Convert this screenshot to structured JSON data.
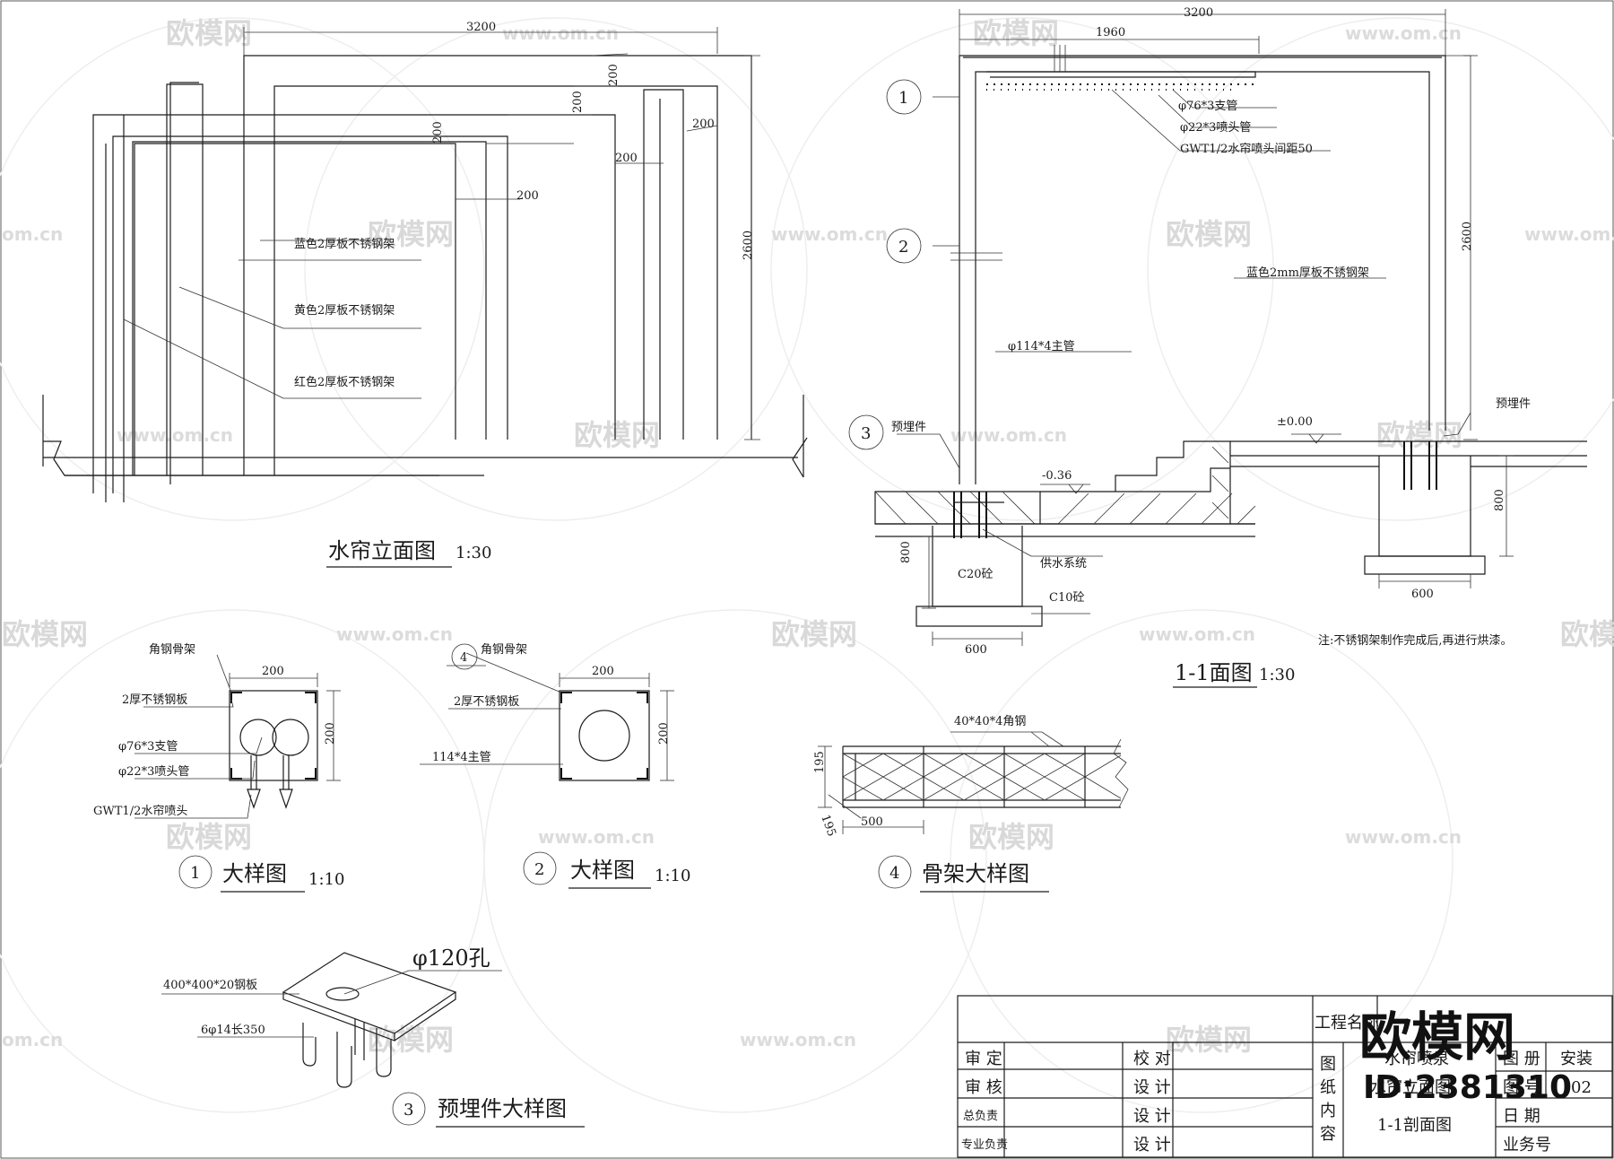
{
  "watermark": {
    "brand": "欧模网",
    "url": "www.om.cn",
    "urlShort": "om.cn"
  },
  "brand": {
    "name": "欧模网",
    "id": "ID:2381310"
  },
  "elevation": {
    "title": "水帘立面图",
    "scale": "1:30",
    "dims": {
      "width": "3200",
      "height": "2600",
      "offset": "200"
    },
    "labels": {
      "blue": "蓝色2厚板不锈钢架",
      "yellow": "黄色2厚板不锈钢架",
      "red": "红色2厚板不锈钢架"
    }
  },
  "section": {
    "title": "1-1面图",
    "scale": "1:30",
    "dims": {
      "width": "3200",
      "spray": "1960",
      "height": "2600",
      "depth": "800",
      "base": "600"
    },
    "callouts": {
      "c1": "1",
      "c2": "2",
      "c3": "3"
    },
    "labels": {
      "branch": "φ76*3支管",
      "nozzlePipe": "φ22*3喷头管",
      "nozzle": "GWT1/2水帘喷头间距50",
      "blue": "蓝色2mm厚板不锈钢架",
      "main": "φ114*4主管",
      "embed": "预埋件",
      "level0": "±0.00",
      "level1": "-0.36",
      "c20": "C20砼",
      "c10": "C10砼",
      "supply": "供水系统"
    },
    "note": "注:不锈钢架制作完成后,再进行烘漆。"
  },
  "detail1": {
    "num": "1",
    "title": "大样图",
    "scale": "1:10",
    "dim": "200",
    "labels": {
      "angle": "角钢骨架",
      "plate": "2厚不锈钢板",
      "branch": "φ76*3支管",
      "nozzlePipe": "φ22*3喷头管",
      "nozzle": "GWT1/2水帘喷头"
    }
  },
  "detail2": {
    "num": "2",
    "title": "大样图",
    "scale": "1:10",
    "dim": "200",
    "callout": "4",
    "labels": {
      "angle": "角钢骨架",
      "plate": "2厚不锈钢板",
      "main": "114*4主管"
    }
  },
  "detail3": {
    "num": "3",
    "title": "预埋件大样图",
    "hole": "φ120孔",
    "labels": {
      "plate": "400*400*20钢板",
      "bars": "6φ14长350"
    }
  },
  "detail4": {
    "num": "4",
    "title": "骨架大样图",
    "angle": "40*40*4角钢",
    "dims": {
      "h": "195",
      "w": "195",
      "len": "500"
    }
  },
  "titleblock": {
    "projectLabel": "工程名称",
    "rows": {
      "r1a": "审 定",
      "r1b": "校 对",
      "r2a": "审 核",
      "r2b": "设 计",
      "r3a": "总负责",
      "r3b": "设 计",
      "r4a": "专业负责",
      "r4b": "设 计"
    },
    "contentLabel": [
      "图",
      "纸",
      "内",
      "容"
    ],
    "contents": {
      "c1": "水帘喷泉",
      "c2": "水帘立面图",
      "c3": "1-1剖面图"
    },
    "meta": {
      "dept": "图 册",
      "deptVal": "安装",
      "no": "图 号",
      "noVal": "02",
      "date": "日 期",
      "work": "业务号"
    }
  }
}
